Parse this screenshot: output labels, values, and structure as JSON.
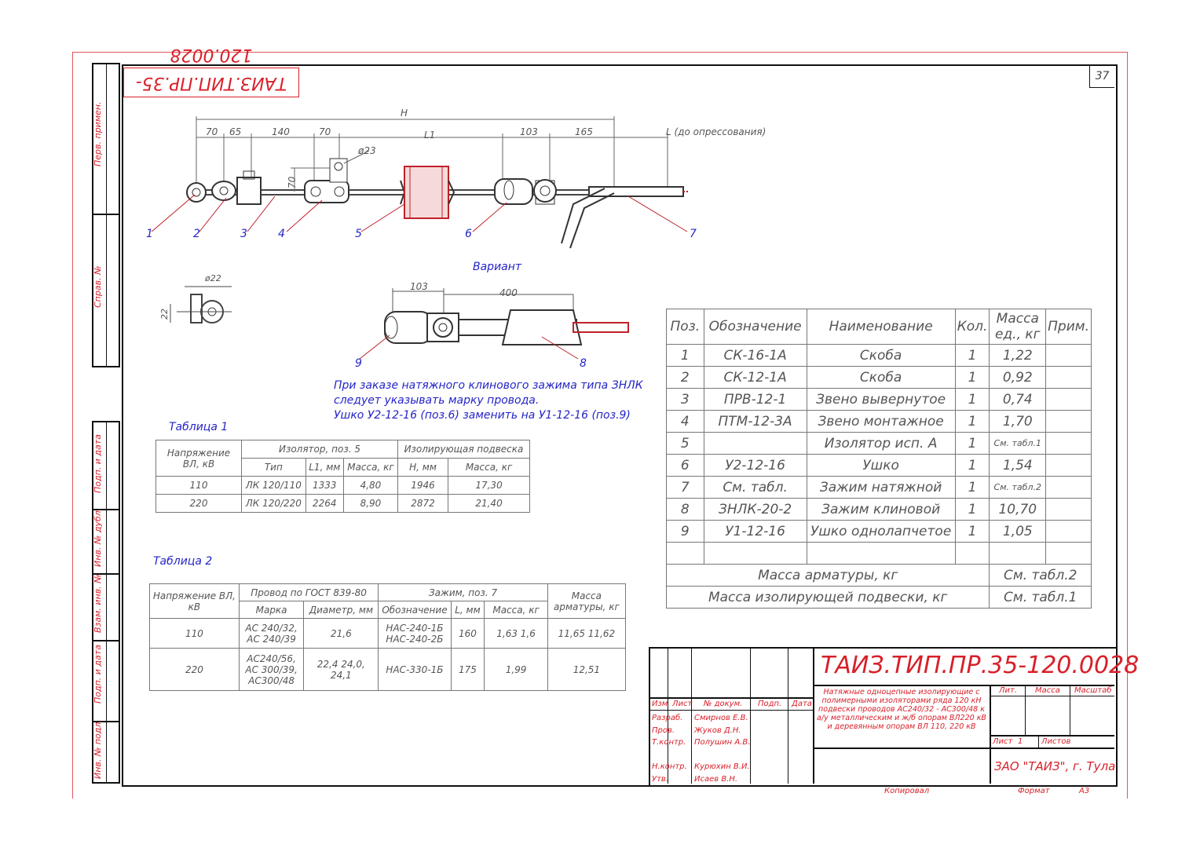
{
  "sheet_number": "37",
  "stamp_code_mirrored": "ТАИЗ.ТИП.ПР.35-120.0028",
  "side_labels": [
    "Перв. примен.",
    "Справ. №",
    "Подп. и дата",
    "Инв. № дубл.",
    "Взам. инв. №",
    "Подп. и дата",
    "Инв. № подл."
  ],
  "drawing": {
    "dims_top": [
      "70",
      "65",
      "140",
      "70",
      "103",
      "165"
    ],
    "dim_H": "H",
    "dim_L1": "L1",
    "dim_L": "L (до опрессования)",
    "dim_d23": "ø23",
    "dim_70v": "70",
    "positions": [
      "1",
      "2",
      "3",
      "4",
      "5",
      "6",
      "7"
    ]
  },
  "detail": {
    "dim_d22": "ø22",
    "dim_22": "22"
  },
  "variant": {
    "title": "Вариант",
    "dim_103": "103",
    "dim_400": "400",
    "positions": [
      "9",
      "8"
    ]
  },
  "note": [
    "При заказе натяжного клинового зажима типа ЗНЛК",
    "следует указывать марку провода.",
    "Ушко У2-12-16 (поз.6) заменить на У1-12-16 (поз.9)"
  ],
  "spec_table": {
    "headers": [
      "Поз.",
      "Обозначение",
      "Наименование",
      "Кол.",
      "Масса ед., кг",
      "Прим."
    ],
    "rows": [
      [
        "1",
        "СК-16-1А",
        "Скоба",
        "1",
        "1,22",
        ""
      ],
      [
        "2",
        "СК-12-1А",
        "Скоба",
        "1",
        "0,92",
        ""
      ],
      [
        "3",
        "ПРВ-12-1",
        "Звено вывернутое",
        "1",
        "0,74",
        ""
      ],
      [
        "4",
        "ПТМ-12-3А",
        "Звено монтажное",
        "1",
        "1,70",
        ""
      ],
      [
        "5",
        "",
        "Изолятор исп. А",
        "1",
        "См. табл.1",
        ""
      ],
      [
        "6",
        "У2-12-16",
        "Ушко",
        "1",
        "1,54",
        ""
      ],
      [
        "7",
        "См. табл.",
        "Зажим натяжной",
        "1",
        "См. табл.2",
        ""
      ],
      [
        "8",
        "ЗНЛК-20-2",
        "Зажим клиновой",
        "1",
        "10,70",
        ""
      ],
      [
        "9",
        "У1-12-16",
        "Ушко однолапчетое",
        "1",
        "1,05",
        ""
      ],
      [
        "",
        "",
        "",
        "",
        "",
        ""
      ]
    ],
    "mass_fittings_label": "Масса арматуры, кг",
    "mass_fittings_value": "См. табл.2",
    "mass_assembly_label": "Масса изолирующей подвески, кг",
    "mass_assembly_value": "См. табл.1"
  },
  "table1": {
    "caption": "Таблица 1",
    "h_voltage": "Напряжение ВЛ, кВ",
    "h_insulator": "Изолятор, поз. 5",
    "h_assembly": "Изолирующая подвеска",
    "sub": [
      "Тип",
      "L1, мм",
      "Масса, кг",
      "Н, мм",
      "Масса, кг"
    ],
    "rows": [
      [
        "110",
        "ЛК 120/110",
        "1333",
        "4,80",
        "1946",
        "17,30"
      ],
      [
        "220",
        "ЛК 120/220",
        "2264",
        "8,90",
        "2872",
        "21,40"
      ]
    ]
  },
  "table2": {
    "caption": "Таблица 2",
    "h_voltage": "Напряжение ВЛ, кВ",
    "h_wire": "Провод по ГОСТ 839-80",
    "h_clamp": "Зажим, поз. 7",
    "h_mass": "Масса арматуры, кг",
    "sub": [
      "Марка",
      "Диаметр, мм",
      "Обозначение",
      "L, мм",
      "Масса, кг"
    ],
    "rows": [
      [
        "110",
        "АС 240/32, АС 240/39",
        "21,6",
        "НАС-240-1Б НАС-240-2Б",
        "160",
        "1,63 1,6",
        "11,65 11,62"
      ],
      [
        "220",
        "АС240/56, АС 300/39, АС300/48",
        "22,4 24,0, 24,1",
        "НАС-330-1Б",
        "175",
        "1,99",
        "12,51"
      ]
    ]
  },
  "title_block": {
    "code": "ТАИЗ.ТИП.ПР.35-120.0028",
    "description": "Натяжные одноцепные изолирующие с полимерными изоляторами ряда 120 кН подвески проводов АС240/32 - АС300/48 к а/у металлическим и ж/б опорам ВЛ220 кВ и деревянным опорам ВЛ 110, 220 кВ",
    "col_headers": [
      "Изм",
      "Лист",
      "№ докум.",
      "Подп.",
      "Дата"
    ],
    "roles": [
      [
        "Разраб.",
        "Смирнов Е.В."
      ],
      [
        "Пров.",
        "Жуков Д.Н."
      ],
      [
        "Т.контр.",
        "Полушин А.В."
      ],
      [
        "",
        ""
      ],
      [
        "Н.контр.",
        "Курюхин В.И."
      ],
      [
        "Утв.",
        "Исаев В.Н."
      ]
    ],
    "lit": "Лит.",
    "mass": "Масса",
    "scale": "Масштаб",
    "sheet": "Лист",
    "sheet_num": "1",
    "sheets": "Листов",
    "company": "ЗАО \"ТАИЗ\", г. Тула",
    "copied": "Копировал",
    "format_label": "Формат",
    "format_value": "А3"
  }
}
